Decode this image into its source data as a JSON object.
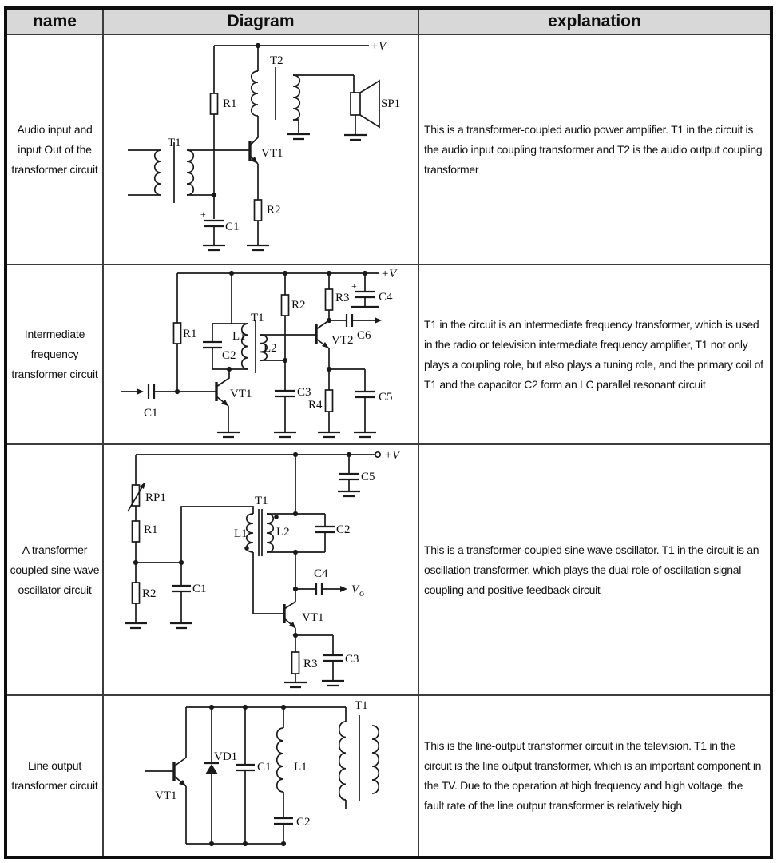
{
  "header": {
    "col1": "name",
    "col2": "Diagram",
    "col3": "explanation"
  },
  "rows": [
    {
      "name": "Audio input and input Out of the transformer circuit",
      "explanation": "This is a transformer-coupled audio power amplifier. T1 in the circuit is the audio input coupling transformer and T2 is the audio output coupling transformer",
      "labels": {
        "vplus": "+V",
        "t2": "T2",
        "r1": "R1",
        "t1": "T1",
        "vt1": "VT1",
        "sp1": "SP1",
        "r2": "R2",
        "c1": "C1",
        "plus": "+"
      }
    },
    {
      "name": "Intermediate frequency transformer circuit",
      "explanation": "T1 in the circuit is an intermediate frequency transformer, which is used in the radio or television intermediate frequency amplifier, T1 not only plays a coupling role, but also plays a tuning role, and the primary coil of T1 and the capacitor C2 form an LC parallel resonant circuit",
      "labels": {
        "vplus": "+V",
        "r1": "R1",
        "r2": "R2",
        "r3": "R3",
        "r4": "R4",
        "c1": "C1",
        "c2": "C2",
        "c3": "C3",
        "c4": "C4",
        "c5": "C5",
        "c6": "C6",
        "t1": "T1",
        "l1": "L1",
        "l2": "L2",
        "vt1": "VT1",
        "vt2": "VT2",
        "plus": "+"
      }
    },
    {
      "name": "A transformer coupled sine wave oscillator circuit",
      "explanation": "This is a transformer-coupled sine wave oscillator. T1 in the circuit is an oscillation transformer, which plays the dual role of oscillation signal coupling and positive feedback circuit",
      "labels": {
        "vplus": "+V",
        "rp1": "RP1",
        "r1": "R1",
        "r2": "R2",
        "r3": "R3",
        "c1": "C1",
        "c2": "C2",
        "c3": "C3",
        "c4": "C4",
        "c5": "C5",
        "t1": "T1",
        "l1": "L1",
        "l2": "L2",
        "vt1": "VT1",
        "vo_main": "V",
        "vo_sub": "o"
      }
    },
    {
      "name": "Line output transformer circuit",
      "explanation": "This is the line-output transformer circuit in the television. T1 in the circuit is the line output transformer, which is an important component in the TV. Due to the operation at high frequency and high voltage, the fault rate of the line output transformer is relatively high",
      "labels": {
        "vt1": "VT1",
        "vd1": "VD1",
        "c1": "C1",
        "c2": "C2",
        "l1": "L1",
        "t1": "T1"
      }
    }
  ]
}
